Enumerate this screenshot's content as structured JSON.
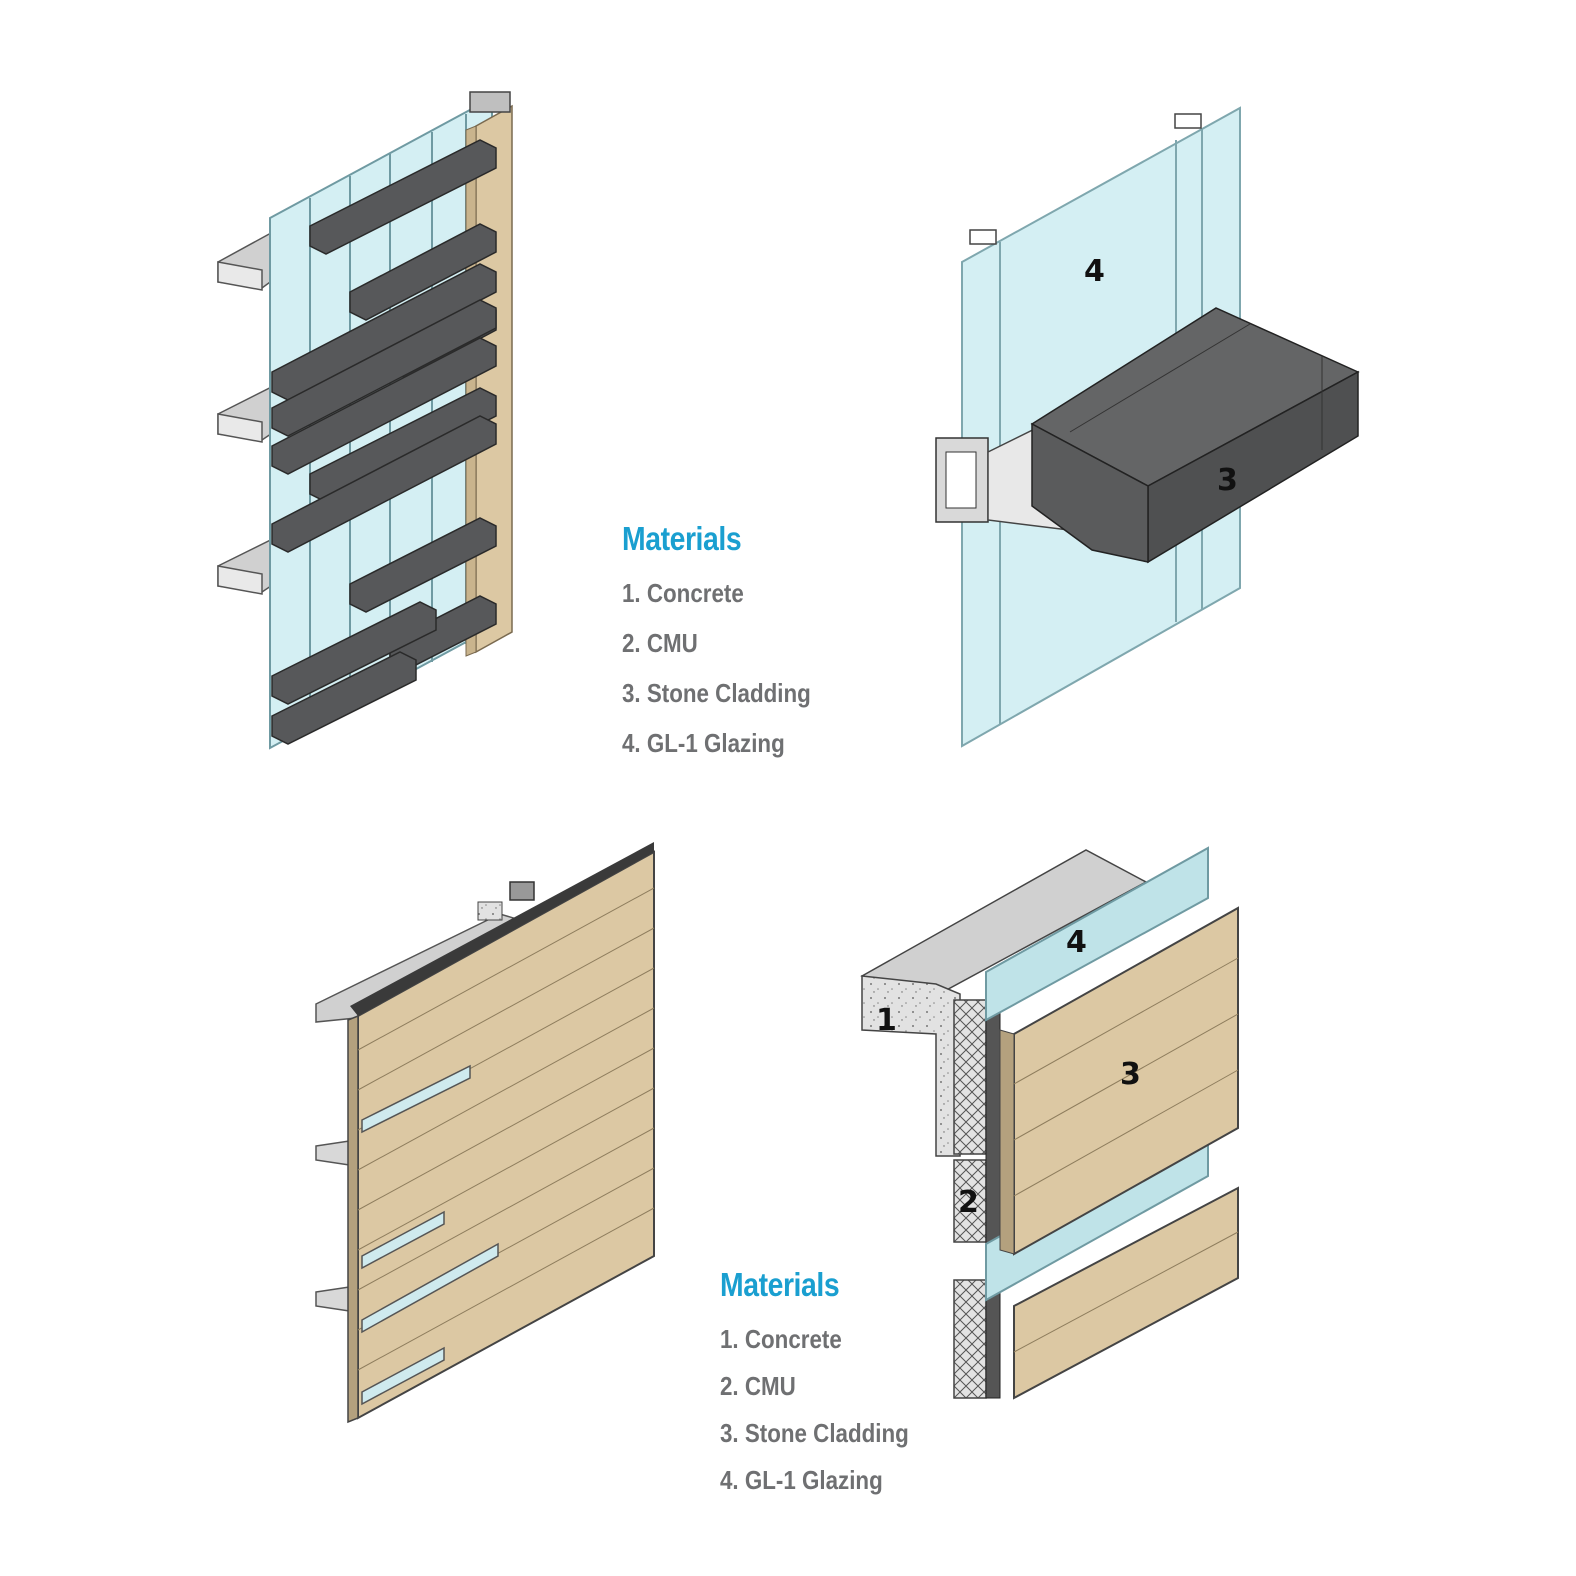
{
  "accent_color": "#1a9fd0",
  "colors": {
    "glass": "#d4eff3",
    "glass_edge": "#7fa7ae",
    "dark_panel": "#575859",
    "stone": "#dcc8a3",
    "concrete": "#d2d2d2"
  },
  "legend_top": {
    "title": "Materials",
    "items": [
      "1. Concrete",
      "2. CMU",
      "3. Stone Cladding",
      "4. GL-1 Glazing"
    ]
  },
  "legend_bottom": {
    "title": "Materials",
    "items": [
      "1. Concrete",
      "2. CMU",
      "3. Stone Cladding",
      "4. GL-1 Glazing"
    ]
  },
  "callouts": {
    "top_right": {
      "glazing": "4",
      "cladding": "3"
    },
    "bottom_right": {
      "concrete": "1",
      "cmu": "2",
      "cladding": "3",
      "glazing": "4"
    }
  }
}
